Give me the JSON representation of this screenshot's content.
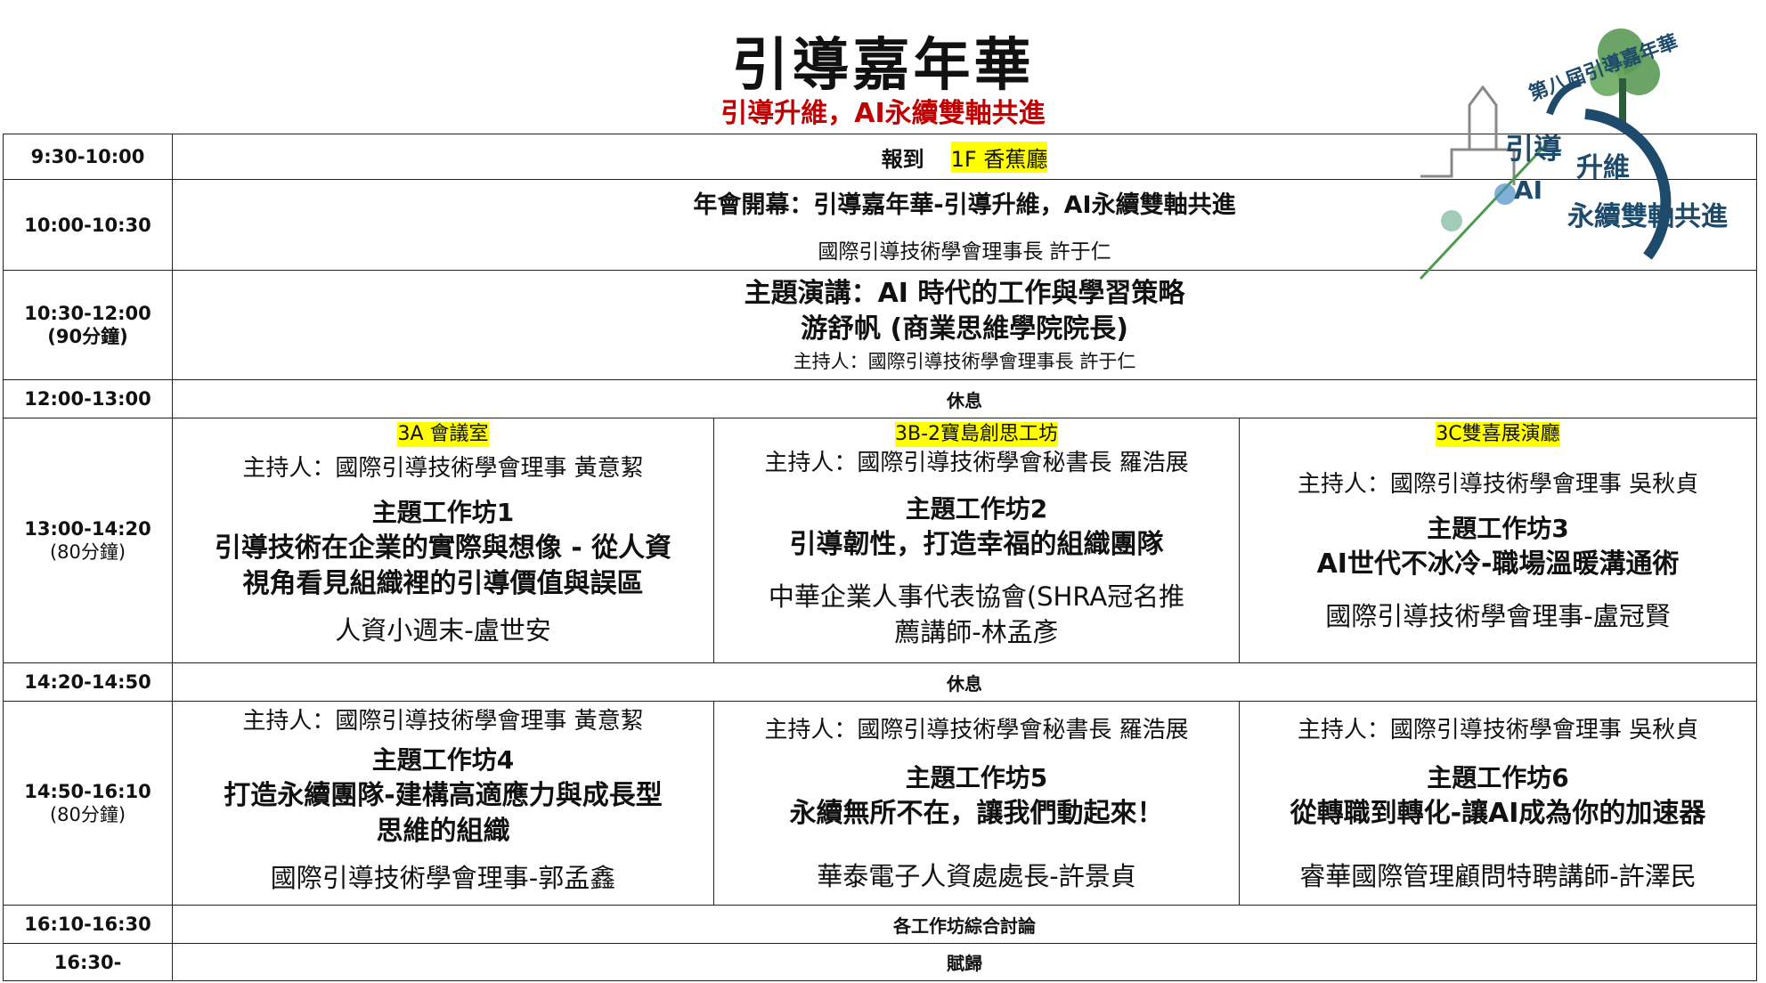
{
  "header": {
    "title": "引導嘉年華",
    "subtitle": "引導升維，AI永續雙軸共進"
  },
  "logo": {
    "text_ring": "第八屆引導嘉年華",
    "text_main1": "引導",
    "text_main2": "升維",
    "text_ai": "AI",
    "text_main3": "永續雙軸共進"
  },
  "schedule": {
    "r1": {
      "time": "9:30-10:00",
      "label": "報到",
      "room": "1F 香蕉廳"
    },
    "r2": {
      "time": "10:00-10:30",
      "title": "年會開幕：引導嘉年華-引導升維，AI永續雙軸共進",
      "speaker": "國際引導技術學會理事長  許于仁"
    },
    "r3": {
      "time": "10:30-12:00",
      "duration": "(90分鐘)",
      "title": "主題演講：AI 時代的工作與學習策略",
      "speaker": "游舒帆 (商業思維學院院長)",
      "host": "主持人：國際引導技術學會理事長  許于仁"
    },
    "r4": {
      "time": "12:00-13:00",
      "label": "休息"
    },
    "r5": {
      "time": "13:00-14:20",
      "duration": "(80分鐘)",
      "a": {
        "room": "3A 會議室",
        "host": "主持人：國際引導技術學會理事 黃意絜",
        "session": "主題工作坊1",
        "title1": "引導技術在企業的實際與想像 - 從人資",
        "title2": "視角看見組織裡的引導價值與誤區",
        "speaker": "人資小週末-盧世安"
      },
      "b": {
        "room": "3B-2寶島創思工坊",
        "host": "主持人：國際引導技術學會秘書長 羅浩展",
        "session": "主題工作坊2",
        "title1": "引導韌性，打造幸福的組織團隊",
        "speaker1": "中華企業人事代表協會(SHRA冠名推",
        "speaker2": "薦講師-林孟彥"
      },
      "c": {
        "room": "3C雙喜展演廳",
        "host": "主持人：國際引導技術學會理事 吳秋貞",
        "session": "主題工作坊3",
        "title1": "AI世代不冰冷-職場溫暖溝通術",
        "speaker": "國際引導技術學會理事-盧冠賢"
      }
    },
    "r6": {
      "time": "14:20-14:50",
      "label": "休息"
    },
    "r7": {
      "time": "14:50-16:10",
      "duration": "(80分鐘)",
      "a": {
        "host": "主持人：國際引導技術學會理事 黃意絜",
        "session": "主題工作坊4",
        "title1": "打造永續團隊-建構高適應力與成長型",
        "title2": "思維的組織",
        "speaker": "國際引導技術學會理事-郭孟鑫"
      },
      "b": {
        "host": "主持人：國際引導技術學會秘書長 羅浩展",
        "session": "主題工作坊5",
        "title1": "永續無所不在，讓我們動起來！",
        "speaker": "華泰電子人資處處長-許景貞"
      },
      "c": {
        "host": "主持人：國際引導技術學會理事 吳秋貞",
        "session": "主題工作坊6",
        "title1": "從轉職到轉化-讓AI成為你的加速器",
        "speaker": "睿華國際管理顧問特聘講師-許澤民"
      }
    },
    "r8": {
      "time": "16:10-16:30",
      "label": "各工作坊綜合討論"
    },
    "r9": {
      "time": "16:30-",
      "label": "賦歸"
    }
  }
}
